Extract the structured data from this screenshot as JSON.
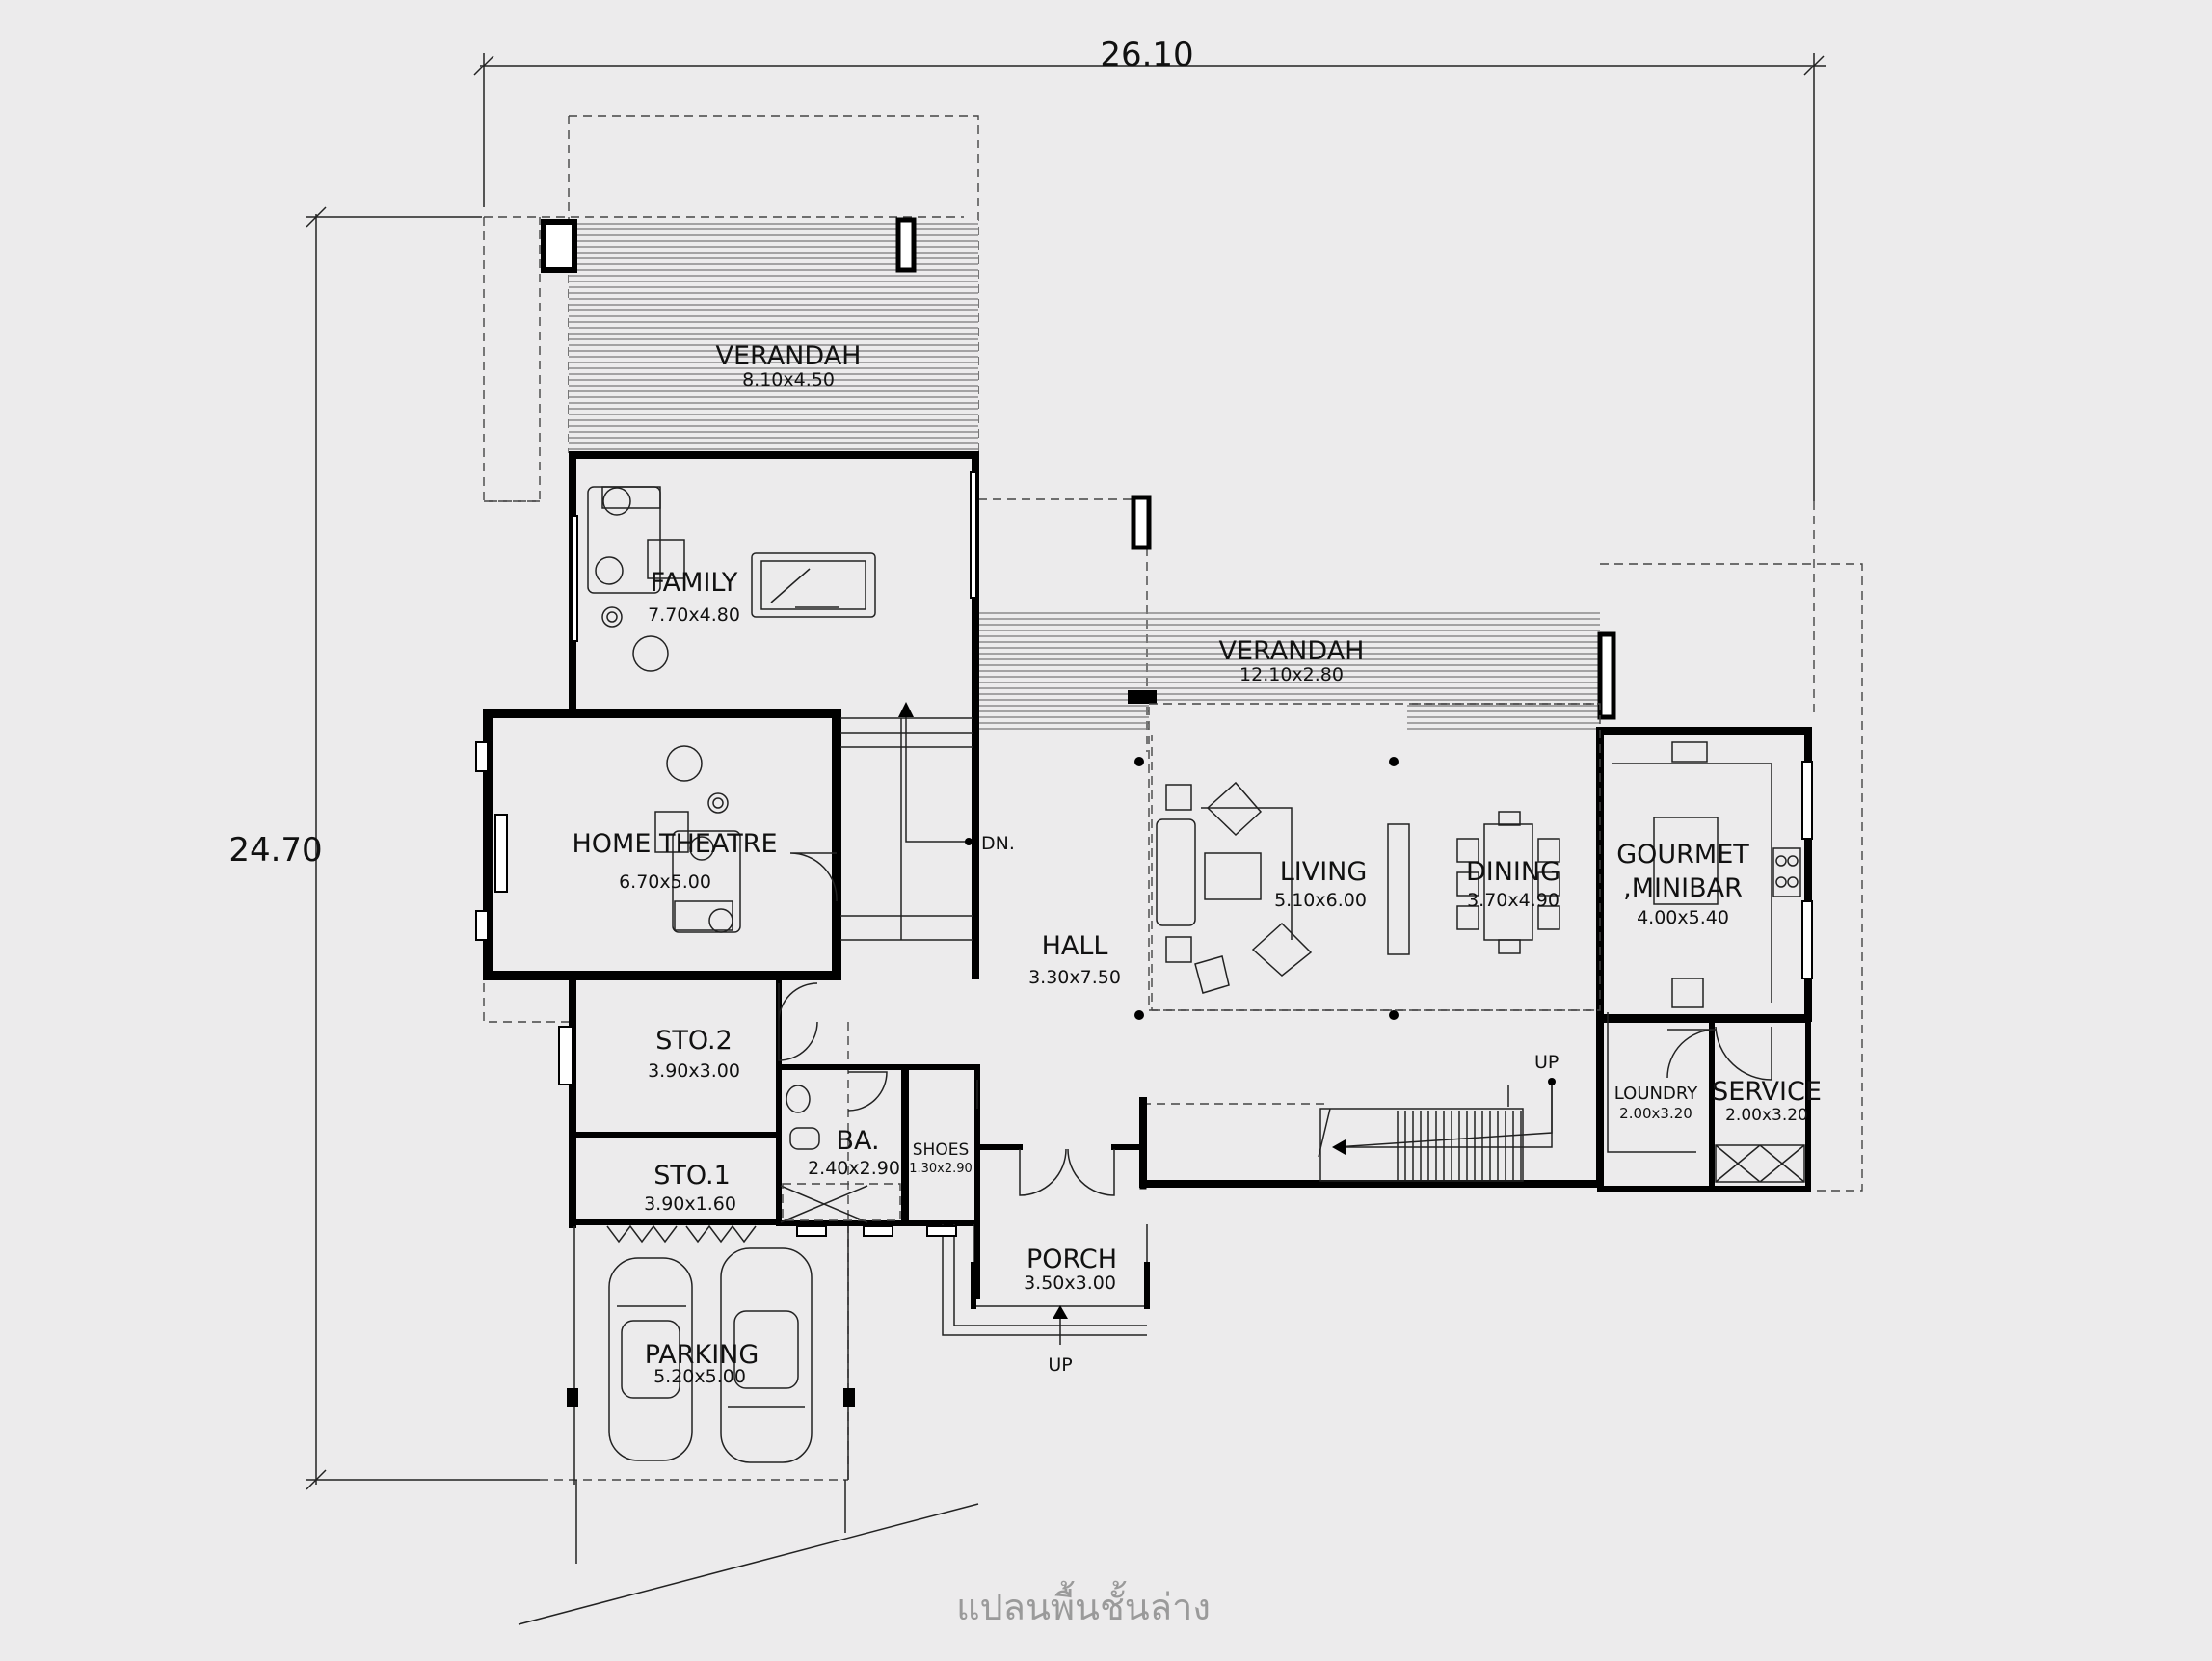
{
  "plan": {
    "caption": "แปลนพื้นชั้นล่าง",
    "dimensions": {
      "width": "26.10",
      "depth": "24.70"
    },
    "rooms": {
      "verandah_top": {
        "name": "VERANDAH",
        "size": "8.10x4.50"
      },
      "family": {
        "name": "FAMILY",
        "size": "7.70x4.80"
      },
      "verandah_mid": {
        "name": "VERANDAH",
        "size": "12.10x2.80"
      },
      "home_theatre": {
        "name": "HOME THEATRE",
        "size": "6.70x5.00"
      },
      "hall": {
        "name": "HALL",
        "size": "3.30x7.50"
      },
      "living": {
        "name": "LIVING",
        "size": "5.10x6.00"
      },
      "dining": {
        "name": "DINING",
        "size": "3.70x4.90"
      },
      "gourmet": {
        "name_line1": "GOURMET",
        "name_line2": ",MINIBAR",
        "size": "4.00x5.40"
      },
      "sto2": {
        "name": "STO.2",
        "size": "3.90x3.00"
      },
      "sto1": {
        "name": "STO.1",
        "size": "3.90x1.60"
      },
      "bath": {
        "name": "BA.",
        "size": "2.40x2.90"
      },
      "shoes": {
        "name": "SHOES",
        "size": "1.30x2.90"
      },
      "laundry": {
        "name": "LOUNDRY",
        "size": "2.00x3.20"
      },
      "service": {
        "name": "SERVICE",
        "size": "2.00x3.20"
      },
      "porch": {
        "name": "PORCH",
        "size": "3.50x3.00"
      },
      "parking": {
        "name": "PARKING",
        "size": "5.20x5.00"
      }
    },
    "markers": {
      "down": "DN.",
      "up_stair": "UP",
      "up_porch": "UP"
    }
  }
}
